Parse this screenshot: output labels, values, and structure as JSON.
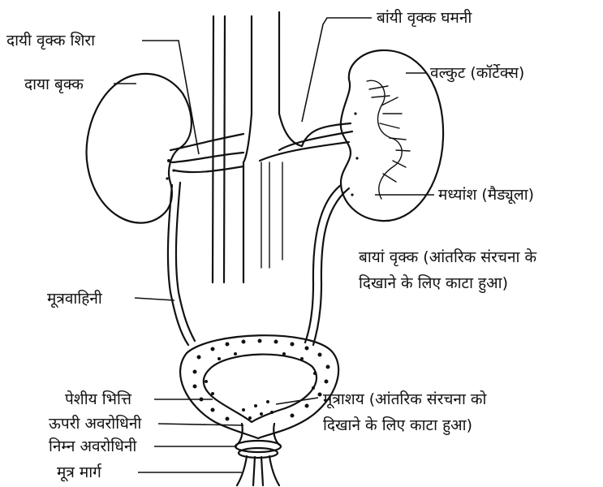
{
  "labels": {
    "right_renal_vein": "दायी वृक्क शिरा",
    "left_renal_artery": "बांयी वृक्क घमनी",
    "right_kidney": "दाया बृक्क",
    "cortex": "वल्कुट (कॉर्टेक्स)",
    "medulla": "मध्यांश (मैड्यूला)",
    "left_kidney_line1": "बायां वृक्क (आंतरिक संरचना के",
    "left_kidney_line2": "दिखाने के लिए काटा हुआ)",
    "ureter": "मूत्रवाहिनी",
    "muscular_wall": "पेशीय भित्ति",
    "upper_sphincter": "ऊपरी अवरोधिनी",
    "lower_sphincter": "निम्न अवरोधिनी",
    "urethra": "मूत्र मार्ग",
    "bladder_line1": "मूत्राशय (आंतरिक संरचना को",
    "bladder_line2": "दिखाने के लिए काटा हुआ)"
  }
}
